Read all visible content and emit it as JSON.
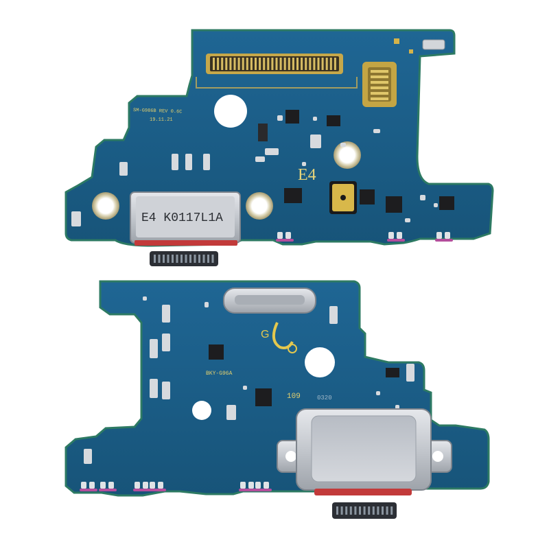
{
  "board_top": {
    "connector_marking": "E4 K0117L1A",
    "silkscreen_code": "E4",
    "tiny_print_1": "SM-G986B REV 0.6C",
    "tiny_print_2": "19.11.21"
  },
  "board_bottom": {
    "chip_marking": "BKY-G96A",
    "silkscreen_number": "109",
    "silkscreen_small": "0320",
    "logo_letter": "G"
  },
  "colors": {
    "pcb_blue": "#1c5f8c",
    "pcb_blue_dark": "#154a6e",
    "pcb_edge": "#2a7a5a",
    "copper_gold": "#c8a848",
    "usb_silver": "#c9ccd1",
    "usb_red": "#c23a3a",
    "chip_black": "#1d1d1f"
  }
}
